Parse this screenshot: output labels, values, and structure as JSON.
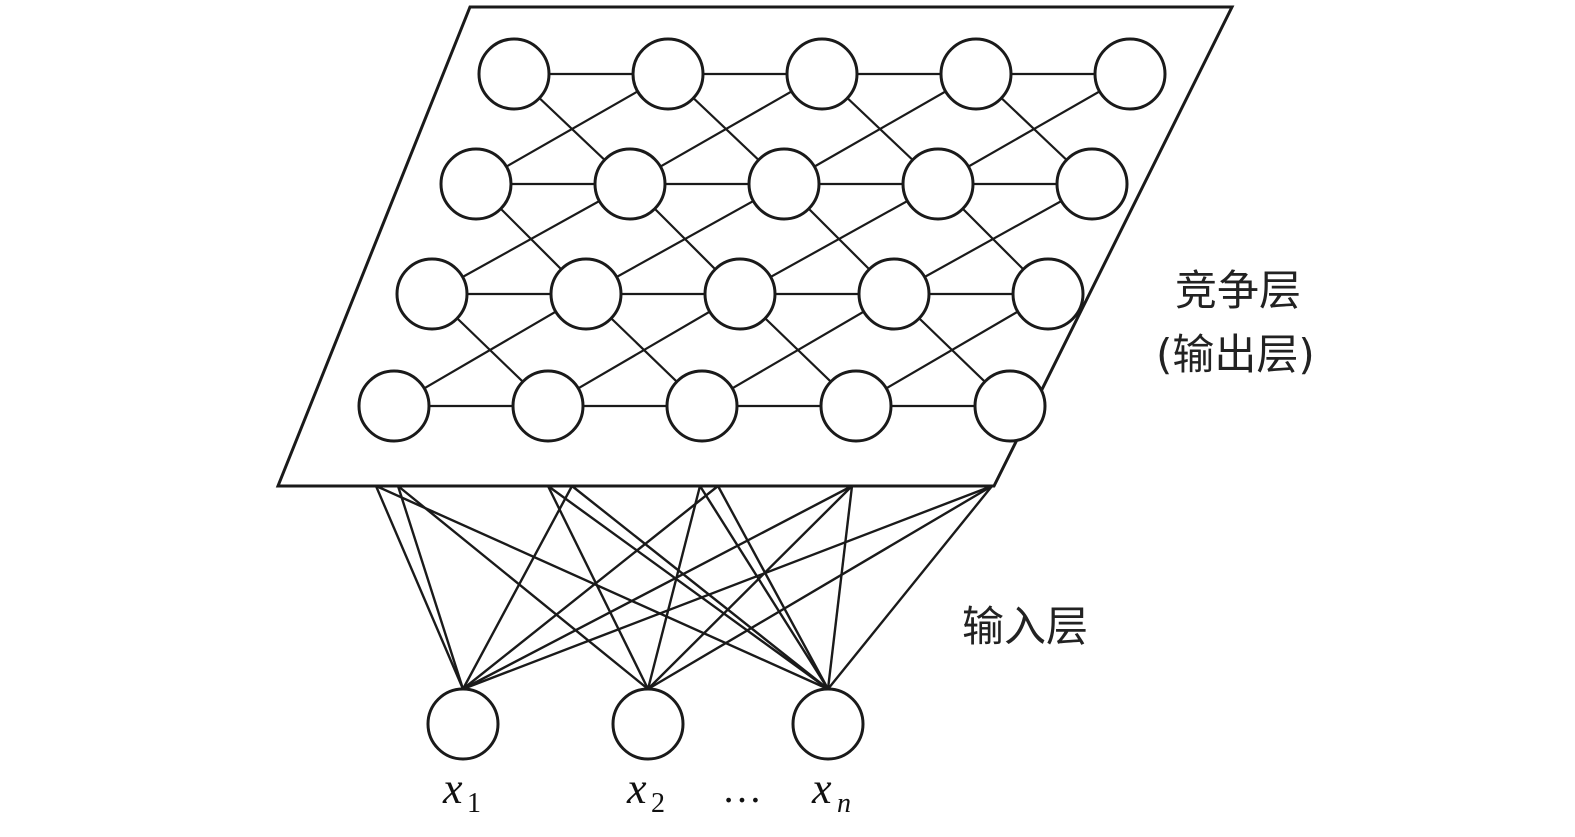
{
  "labels": {
    "competitive_layer": "竞争层",
    "output_layer": "(输出层)",
    "input_layer": "输入层",
    "ellipsis": "…"
  },
  "inputs": [
    {
      "var": "x",
      "sub": "1"
    },
    {
      "var": "x",
      "sub": "2"
    },
    {
      "var": "x",
      "sub": "n"
    }
  ],
  "grid": {
    "rows": 4,
    "cols": 5
  },
  "colors": {
    "line": "#1a1a1a",
    "background": "#ffffff"
  }
}
